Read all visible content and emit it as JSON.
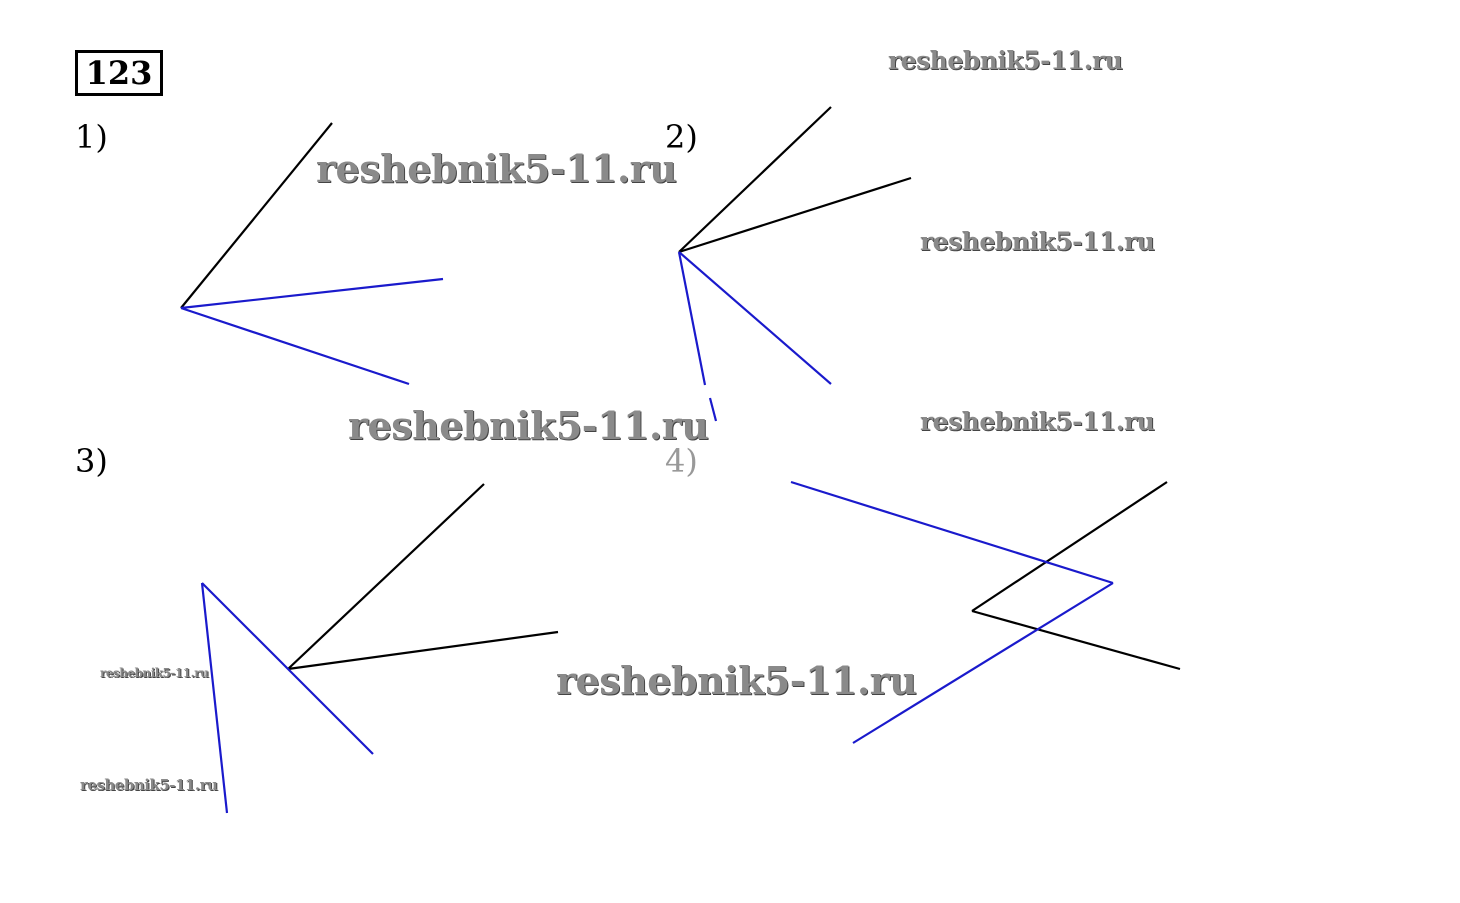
{
  "problem_number": "123",
  "parts": [
    "1)",
    "2)",
    "3)",
    "4)"
  ],
  "watermark": "reshebnik5-11.ru",
  "colors": {
    "given_ray": "#000000",
    "constructed_ray": "#1a1acc",
    "watermark": "#8a8a8a"
  }
}
